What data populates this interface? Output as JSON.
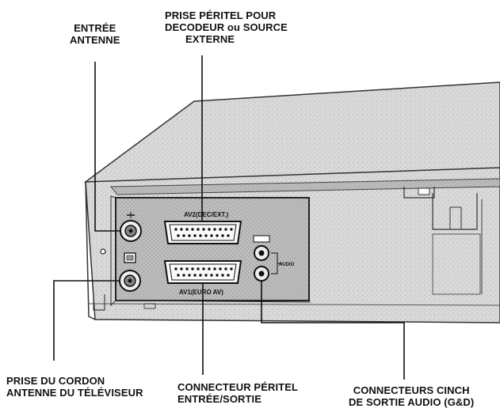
{
  "labels": {
    "antenna_in": [
      "ENTRÉE",
      "ANTENNE"
    ],
    "scart_decoder": [
      "PRISE PÉRITEL POUR",
      "DECODEUR ou SOURCE",
      "EXTERNE"
    ],
    "tv_cable": [
      "PRISE DU CORDON",
      "ANTENNE DU TÉLÉVISEUR"
    ],
    "scart_io": [
      "CONNECTEUR PÉRITEL",
      "ENTRÉE/SORTIE"
    ],
    "cinch_out": [
      "CONNECTEURS CINCH",
      "DE SORTIE AUDIO (G&D)"
    ]
  },
  "panel_text": {
    "av2": "AV2(DEC/EXT.)",
    "av1": "AV1(EURO AV)",
    "audio": "AUDIO"
  }
}
